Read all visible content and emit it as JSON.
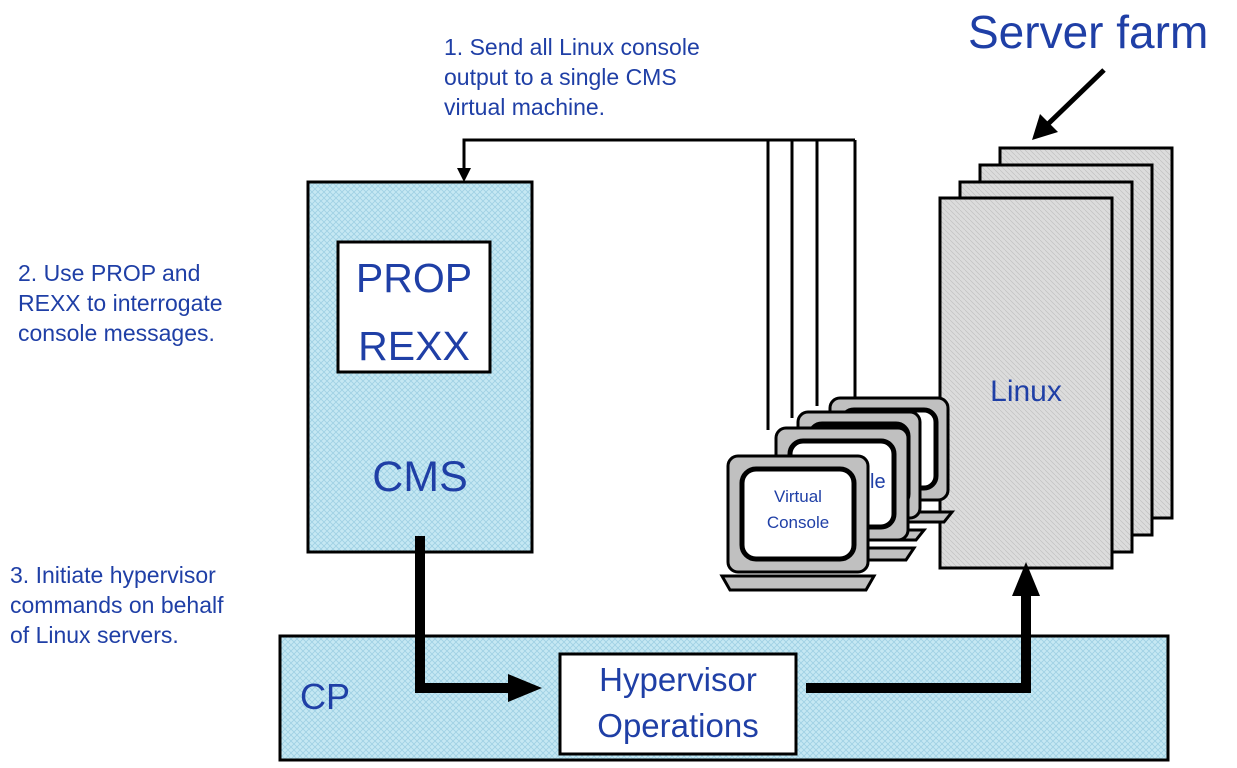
{
  "title": "Server farm",
  "annotations": {
    "step1": "1. Send all Linux console\noutput to a single CMS\nvirtual machine.",
    "step2": "2. Use PROP and\nREXX to interrogate\nconsole messages.",
    "step3": "3. Initiate hypervisor\ncommands on behalf\nof Linux servers."
  },
  "cms": {
    "label": "CMS",
    "tools_line1": "PROP",
    "tools_line2": "REXX"
  },
  "linux": {
    "label": "Linux"
  },
  "console": {
    "label_line1": "Virtual",
    "label_line2": "Console",
    "partial_behind": "le"
  },
  "cp": {
    "label": "CP"
  },
  "hypervisor": {
    "line1": "Hypervisor",
    "line2": "Operations"
  },
  "colors": {
    "text": "#1f3fa6",
    "cms_fill": "#bfe6f2",
    "cp_fill": "#bfe6f2",
    "linux_fill": "#d9d9d9",
    "stroke": "#000000"
  }
}
